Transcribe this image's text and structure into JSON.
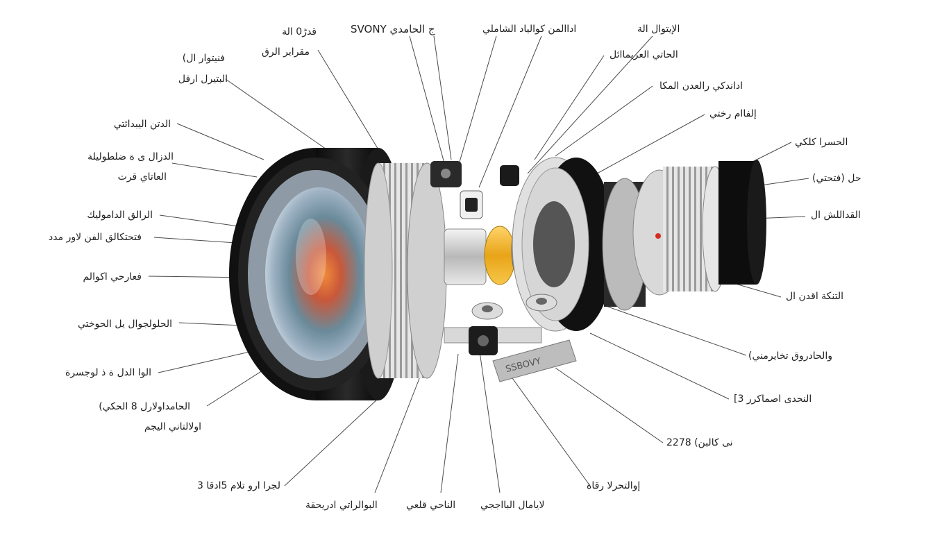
{
  "colors": {
    "background": "#ffffff",
    "leader": "#4a4a4a",
    "text": "#222222",
    "lens_accent": "#e8a418"
  },
  "labels": {
    "top_1a": "قدڑ0 الة",
    "top_1b": "مقراير الرق",
    "top_2": "SVONY ج الحامدي",
    "top_3": "اداالمن كوالياد الشاملي",
    "top_4": "الإيتوال الة",
    "left_1a": "(فنيتوار ال",
    "left_1b": "البتيرل ارقل",
    "left_2": "الدتن اليبدائتي",
    "left_3a": "الدزال ى ة ضلطوليلة",
    "left_3b": "العاتاي قرت",
    "left_4": "الرالق الداموليك",
    "left_5": "فتحتكالق الفن لاور مدد",
    "left_6": "فعارحي اكوالم",
    "left_7": "الحلولجوال يل الحوختي",
    "left_8": "الوا الدل ة ذ لوجسرة",
    "left_9a": "(الحامداولارل 8 الحكي",
    "left_9b": "اولالتاني اليجم",
    "right_1": "الحاتي العريماائل",
    "right_2": "اداندكي رالعدن المكا",
    "right_3": "إلفاام رختي",
    "right_4": "الحسرا كلكي",
    "right_5": "(حل (فتحتي",
    "right_6": "القداللش ال",
    "right_7": "التنكة اقدن ال",
    "right_8": "(والحادروق تخايرمني",
    "right_9": "[3 النحدى اصماكرر",
    "right_10": "2278 (نى كالبن",
    "bottom_1": "3 لجرا ارو تلام 5ادقا",
    "bottom_2": "البوالراتي ادريحقة",
    "bottom_3": "الناحي قلعي",
    "bottom_4": "لايامال البااججي",
    "bottom_5": "إوالتحرلا رقاة",
    "badge_text": "SSBOVY"
  }
}
